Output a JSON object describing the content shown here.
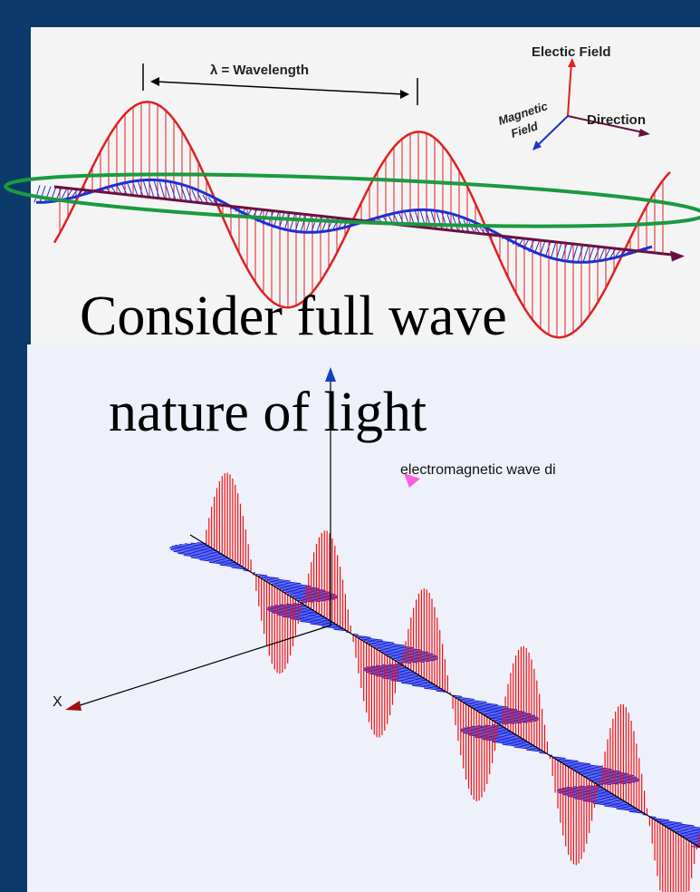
{
  "top_diagram": {
    "wavelength_label": "λ = Wavelength",
    "electric_field_label": "Electic Field",
    "magnetic_label_1": "Magnetic",
    "magnetic_label_2": "Field",
    "direction_label": "Direction",
    "colors": {
      "electric": "#e02020",
      "magnetic": "#2030d0",
      "axis": "#6a1040",
      "highlight": "#1a9a40"
    }
  },
  "caption": {
    "line1": "Consider full wave",
    "line2": "nature of light"
  },
  "bottom_diagram": {
    "wave_label": "electromagnetic wave di",
    "x_axis_label": "X",
    "colors": {
      "electric": "#f01010",
      "magnetic": "#1020e0",
      "axis": "#000000",
      "marker": "#ff60e0"
    }
  }
}
